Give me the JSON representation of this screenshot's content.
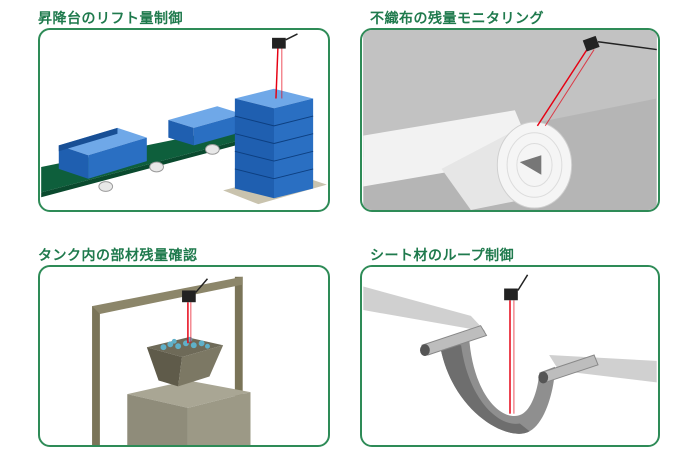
{
  "colors": {
    "accent": "#2e8b57",
    "title_text": "#1f7a4d",
    "laser": "#e60012",
    "basket_blue": "#1f5fb0",
    "conveyor_green": "#0e5f3c"
  },
  "panels": [
    {
      "title": "昇降台のリフト量制御",
      "icon": "sensor-icon"
    },
    {
      "title": "不織布の残量モニタリング",
      "icon": "sensor-icon"
    },
    {
      "title": "タンク内の部材残量確認",
      "icon": "sensor-icon"
    },
    {
      "title": "シート材のループ制御",
      "icon": "sensor-icon"
    }
  ]
}
